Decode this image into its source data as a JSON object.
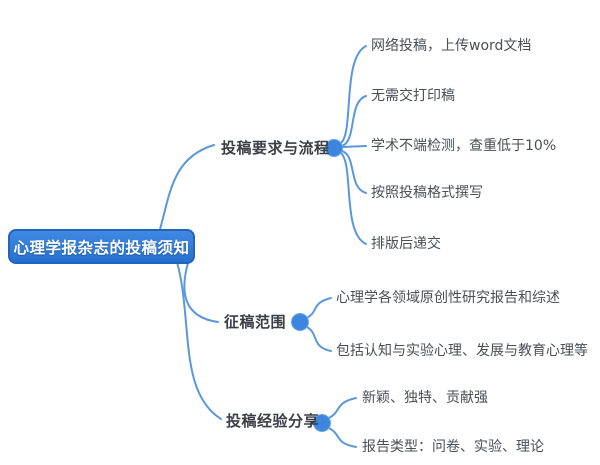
{
  "colors": {
    "background": "#ffffff",
    "line": "#5b97dc",
    "node_dot": "#3c86dd",
    "root_fill": "#2671cf",
    "root_fill_light": "#4089e2",
    "root_border": "#2264bd",
    "root_text": "#ffffff",
    "branch_text": "#3a3f45",
    "leaf_text": "#4b4f54"
  },
  "root": {
    "label": "心理学报杂志的投稿须知"
  },
  "branches": [
    {
      "label": "投稿要求与流程",
      "children": [
        "网络投稿，上传word文档",
        "无需交打印稿",
        "学术不端检测，查重低于10%",
        "按照投稿格式撰写",
        "排版后递交"
      ]
    },
    {
      "label": "征稿范围",
      "children": [
        "心理学各领域原创性研究报告和综述",
        "包括认知与实验心理、发展与教育心理等"
      ]
    },
    {
      "label": "投稿经验分享",
      "children": [
        "新颖、独特、贡献强",
        "报告类型：问卷、实验、理论"
      ]
    }
  ]
}
